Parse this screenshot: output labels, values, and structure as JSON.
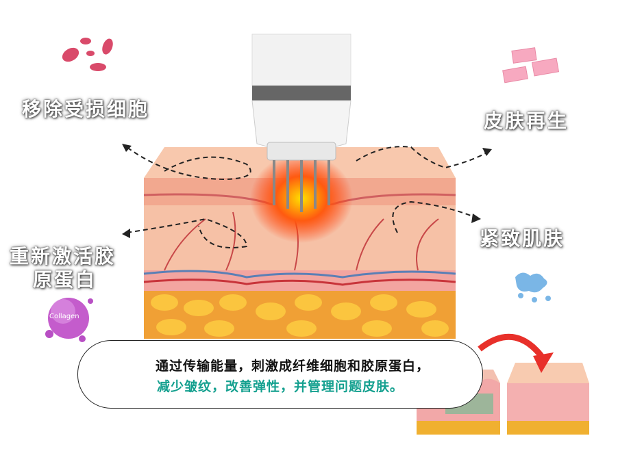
{
  "labels": {
    "remove_damaged_cells": "移除受损细胞",
    "skin_regeneration": "皮肤再生",
    "reactivate_collagen_line1": "重新激活胶",
    "reactivate_collagen_line2": "原蛋白",
    "firm_skin": "紧致肌肤",
    "collagen_sphere": "Collagen"
  },
  "caption": {
    "line1": "通过传输能量，刺激成纤维细胞和胶原蛋白，",
    "line2": "减少皱纹，改善弹性，并管理问题皮肤。"
  },
  "colors": {
    "accent_teal": "#14a08f",
    "arrow_red": "#e8302a",
    "skin_pink": "#f4b8a0",
    "fat_yellow": "#f5b230"
  }
}
